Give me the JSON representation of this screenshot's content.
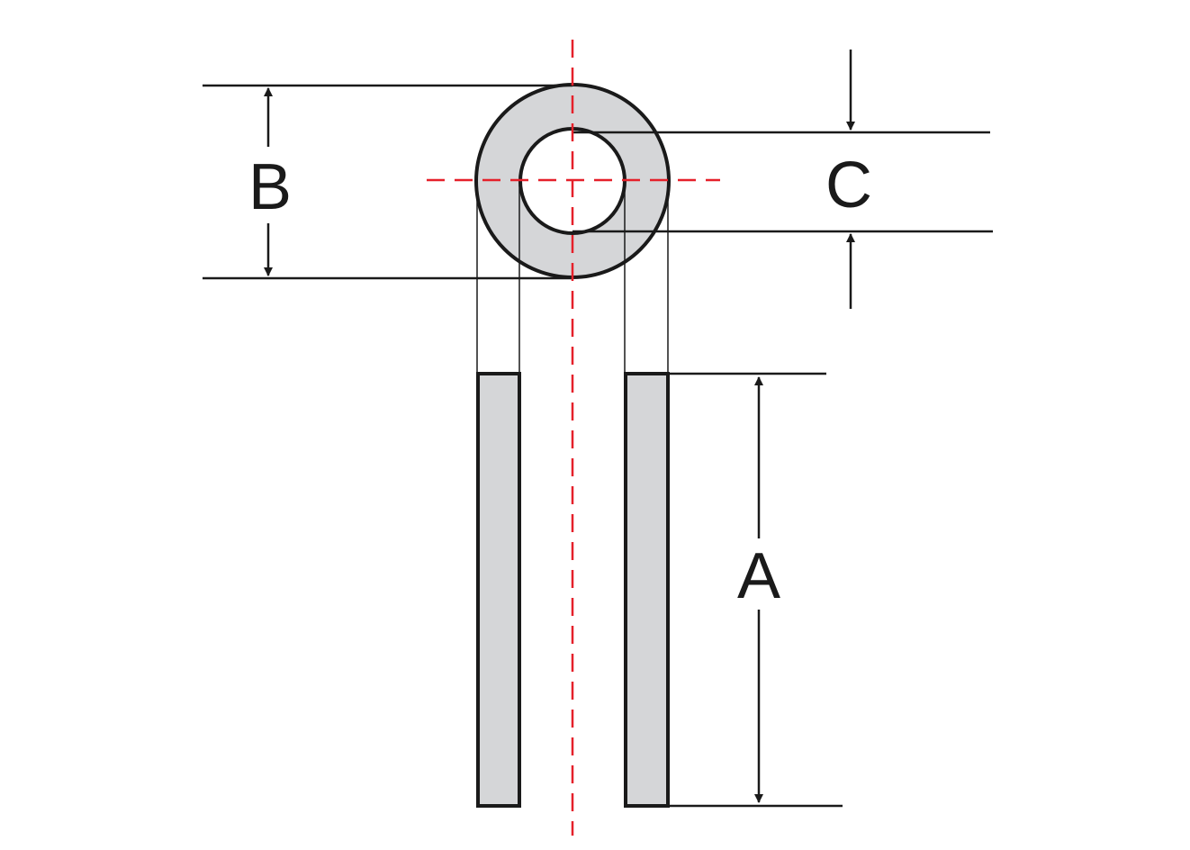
{
  "diagram": {
    "labels": {
      "a": "A",
      "b": "B",
      "c": "C"
    },
    "colors": {
      "stroke": "#1a1a1a",
      "fill": "#d5d6d8",
      "centerline": "#e5202a",
      "background": "#ffffff"
    }
  }
}
